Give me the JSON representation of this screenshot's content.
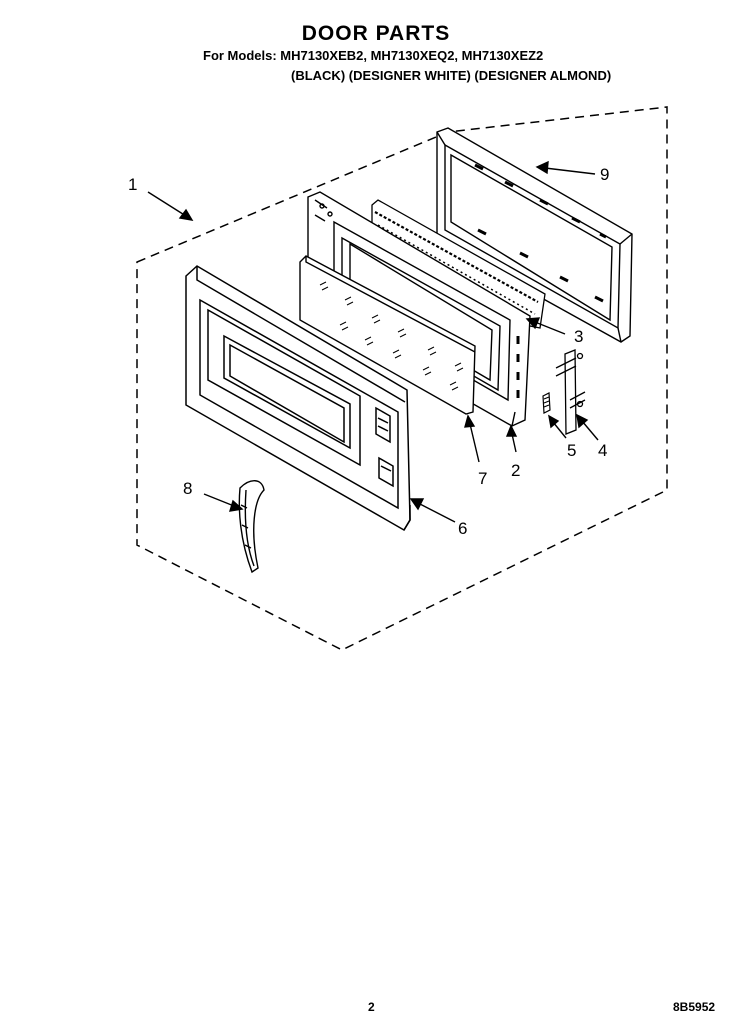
{
  "header": {
    "title": "DOOR PARTS",
    "models_line": "For Models: MH7130XEB2, MH7130XEQ2, MH7130XEZ2",
    "colors_line": "(BLACK)   (DESIGNER WHITE)   (DESIGNER ALMOND)"
  },
  "callouts": {
    "c1": "1",
    "c2": "2",
    "c3": "3",
    "c4": "4",
    "c5": "5",
    "c6": "6",
    "c7": "7",
    "c8": "8",
    "c9": "9"
  },
  "footer": {
    "page_number": "2",
    "doc_number": "8B5952"
  }
}
